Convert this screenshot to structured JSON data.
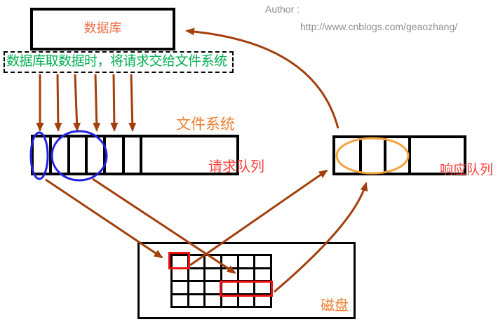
{
  "author": {
    "label": "Author :",
    "url": "http://www.cnblogs.com/geaozhang/"
  },
  "nodes": {
    "database": {
      "label": "数据库"
    },
    "note": {
      "text": "数据库取数据时，将请求交给文件系统"
    },
    "file_system": {
      "label": "文件系统"
    },
    "request_queue": {
      "label": "请求队列",
      "cells": 7,
      "highlighted_groups": 2
    },
    "response_queue": {
      "label": "响应队列",
      "cells": 4,
      "highlighted_groups": 1
    },
    "disk": {
      "label": "磁盘",
      "grid": {
        "cols": 6,
        "rows": 4
      },
      "highlighted_blocks": 2
    }
  },
  "icons": {
    "arrow_style": "brown-solid-arrowhead"
  },
  "colors": {
    "arrow": "#A33F0C",
    "note_text": "#00B050",
    "label_orange": "#ED7D31",
    "database_label": "#F0714A",
    "queue_label": "#FF4040",
    "highlight": "#EE1111",
    "ellipse_blue": "#2222E0",
    "ellipse_orange": "#F2A23B",
    "author_text": "#8E8E8E",
    "box_border": "#000000"
  }
}
